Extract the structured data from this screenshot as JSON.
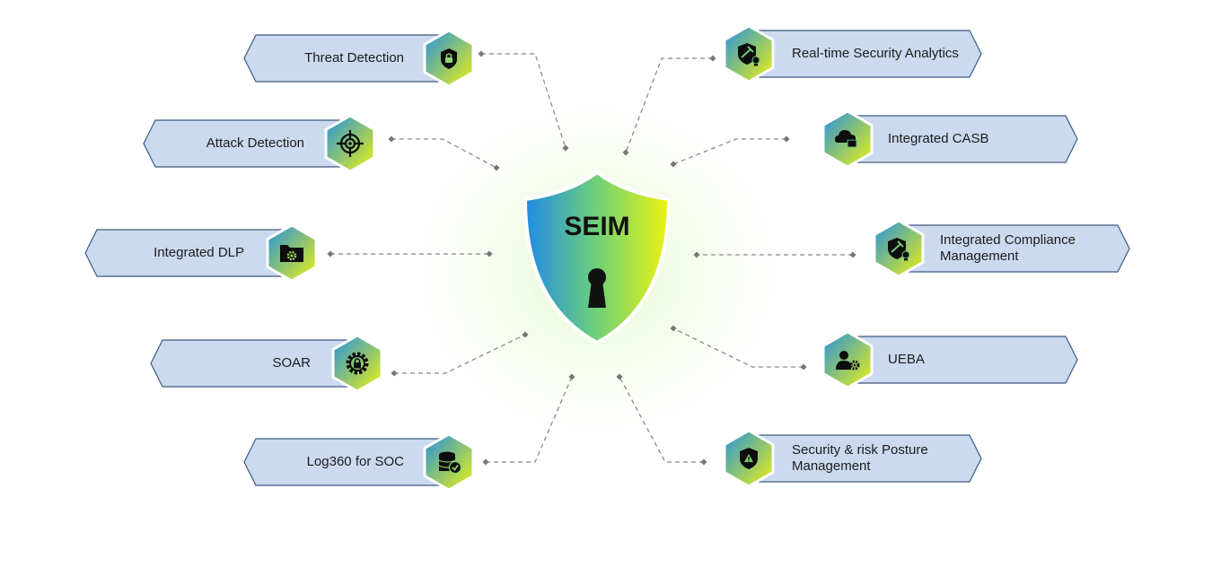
{
  "center": {
    "title": "SEIM",
    "icon": "keyhole-icon"
  },
  "colors": {
    "banner_fill": "#cbdaee",
    "banner_stroke": "#3d5a80",
    "hex_start": "#2391e0",
    "hex_end": "#eef20f",
    "connector": "#8a8a8a"
  },
  "left_items": [
    {
      "label": "Threat Detection",
      "icon": "lock-shield-icon"
    },
    {
      "label": "Attack Detection",
      "icon": "target-icon"
    },
    {
      "label": "Integrated DLP",
      "icon": "folder-gear-icon"
    },
    {
      "label": "SOAR",
      "icon": "gear-lock-icon"
    },
    {
      "label": "Log360 for SOC",
      "icon": "database-check-icon"
    }
  ],
  "right_items": [
    {
      "label": "Real-time Security Analytics",
      "icon": "gavel-shield-icon"
    },
    {
      "label": "Integrated CASB",
      "icon": "cloud-lock-icon"
    },
    {
      "label": "Integrated Compliance Management",
      "icon": "gavel-shield-icon"
    },
    {
      "label": "UEBA",
      "icon": "user-gear-icon"
    },
    {
      "label": "Security & risk Posture Management",
      "icon": "warning-shield-icon"
    }
  ]
}
